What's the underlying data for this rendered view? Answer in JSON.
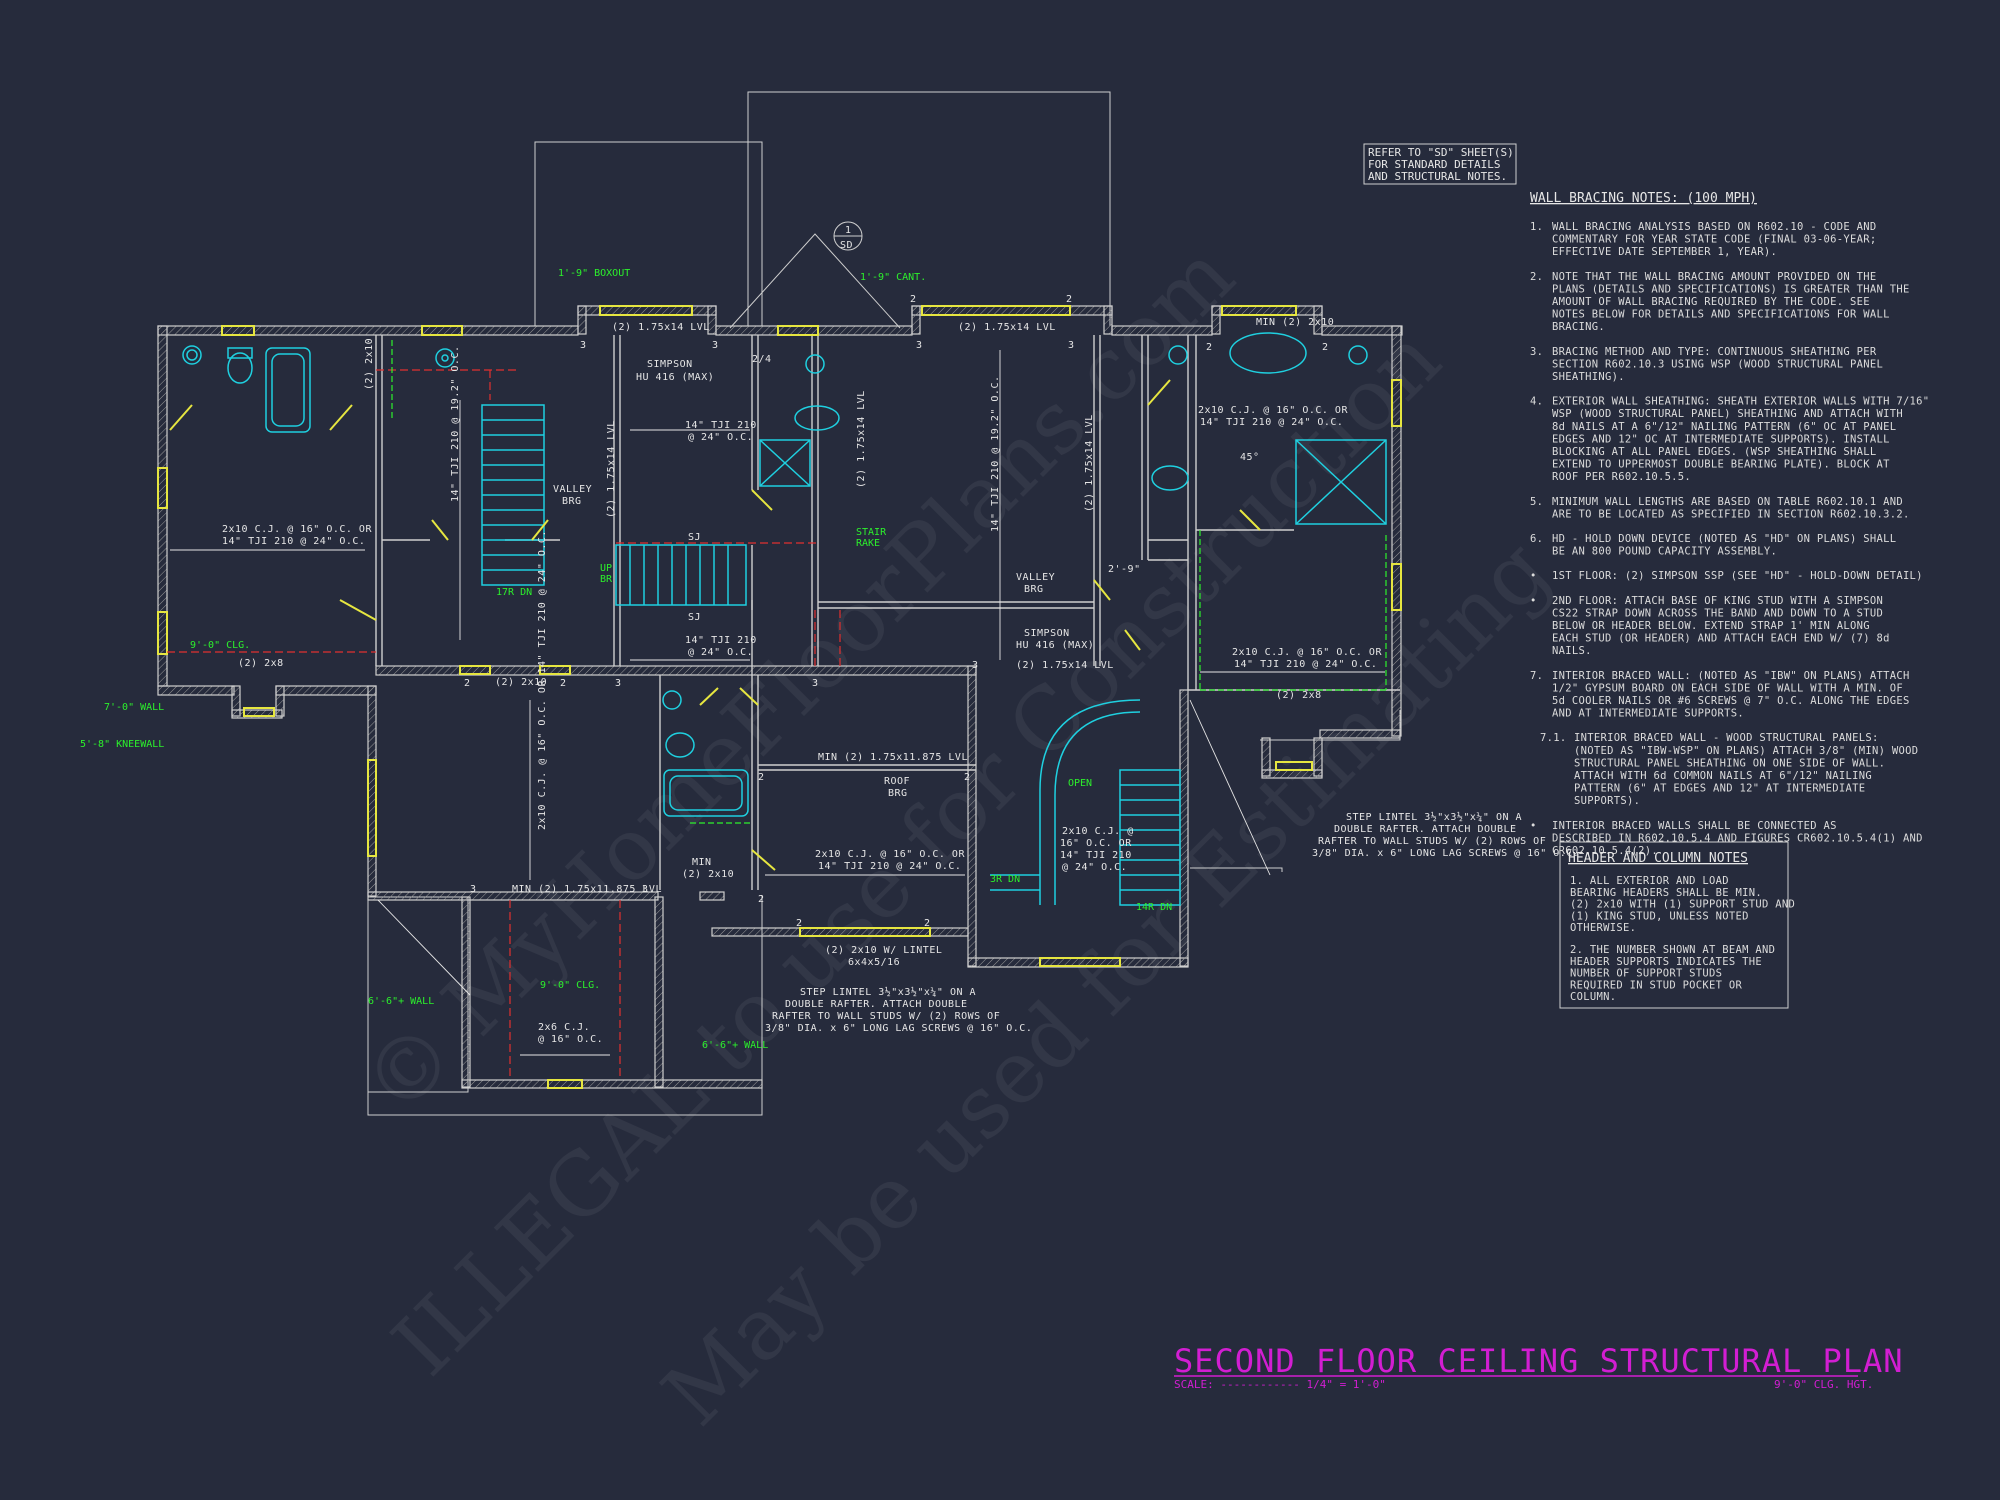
{
  "sheet": {
    "title": "SECOND FLOOR CEILING STRUCTURAL PLAN",
    "scale_label": "SCALE: ------------ 1/4\" = 1'-0\"",
    "clg_height": "9'-0\" CLG. HGT.",
    "refer_note": [
      "REFER TO \"SD\" SHEET(S)",
      "FOR STANDARD DETAILS",
      "AND STRUCTURAL NOTES."
    ],
    "section_marker": {
      "top": "1",
      "bottom": "SD"
    },
    "colors": {
      "background": "#262b3c",
      "walls": "#cfcfcf",
      "fixtures": "#1fd0e0",
      "windows": "#e6e640",
      "notes_green": "#2cf02c",
      "beams_red": "#e03030",
      "title_magenta": "#d21ed2"
    },
    "watermarks": [
      "© MyHomeFloorPlans.com",
      "ILLEGAL to use for Construction",
      "May be used for Estimating"
    ]
  },
  "wall_bracing": {
    "heading": "WALL BRACING NOTES: (100 MPH)",
    "items": [
      {
        "num": "1.",
        "lines": [
          "WALL BRACING ANALYSIS BASED ON R602.10 - CODE AND",
          "COMMENTARY FOR YEAR STATE CODE (FINAL 03-06-YEAR;",
          "EFFECTIVE DATE SEPTEMBER 1, YEAR)."
        ]
      },
      {
        "num": "2.",
        "lines": [
          "NOTE THAT THE WALL BRACING AMOUNT PROVIDED ON THE",
          "PLANS (DETAILS AND SPECIFICATIONS) IS GREATER THAN THE",
          "AMOUNT OF WALL BRACING REQUIRED BY THE CODE. SEE",
          "NOTES BELOW FOR DETAILS AND SPECIFICATIONS FOR WALL",
          "BRACING."
        ]
      },
      {
        "num": "3.",
        "lines": [
          "BRACING METHOD AND TYPE: CONTINUOUS SHEATHING PER",
          "SECTION R602.10.3 USING WSP (WOOD STRUCTURAL PANEL",
          "SHEATHING)."
        ]
      },
      {
        "num": "4.",
        "lines": [
          "EXTERIOR WALL SHEATHING: SHEATH EXTERIOR WALLS WITH 7/16\"",
          "WSP (WOOD STRUCTURAL PANEL) SHEATHING AND ATTACH WITH",
          "8d NAILS AT A 6\"/12\" NAILING PATTERN (6\" OC AT PANEL",
          "EDGES AND 12\" OC AT INTERMEDIATE SUPPORTS). INSTALL",
          "BLOCKING AT ALL PANEL EDGES. (WSP SHEATHING SHALL",
          "EXTEND TO UPPERMOST DOUBLE BEARING PLATE). BLOCK AT",
          "ROOF PER R602.10.5.5."
        ]
      },
      {
        "num": "5.",
        "lines": [
          "MINIMUM WALL LENGTHS ARE BASED ON TABLE R602.10.1 AND",
          "ARE TO BE LOCATED AS SPECIFIED IN SECTION R602.10.3.2."
        ]
      },
      {
        "num": "6.",
        "lines": [
          "HD - HOLD DOWN DEVICE (NOTED AS \"HD\" ON PLANS) SHALL",
          "BE AN 800 POUND CAPACITY ASSEMBLY."
        ]
      },
      {
        "num": "•",
        "lines": [
          "1ST FLOOR: (2) SIMPSON SSP (SEE \"HD\" - HOLD-DOWN DETAIL)"
        ]
      },
      {
        "num": "•",
        "lines": [
          "2ND FLOOR: ATTACH BASE OF KING STUD WITH A SIMPSON",
          "CS22 STRAP DOWN ACROSS THE BAND AND DOWN TO A STUD",
          "BELOW OR HEADER BELOW. EXTEND STRAP 1' MIN ALONG",
          "EACH STUD (OR HEADER) AND ATTACH EACH END W/ (7) 8d",
          "NAILS."
        ]
      },
      {
        "num": "7.",
        "lines": [
          "INTERIOR BRACED WALL: (NOTED AS \"IBW\" ON PLANS) ATTACH",
          "1/2\" GYPSUM BOARD ON EACH SIDE OF WALL WITH A MIN. OF",
          "5d COOLER NAILS OR #6 SCREWS @ 7\" O.C. ALONG THE EDGES",
          "AND AT INTERMEDIATE SUPPORTS."
        ]
      },
      {
        "num": "7.1.",
        "lines": [
          "INTERIOR BRACED WALL - WOOD STRUCTURAL PANELS:",
          "(NOTED AS \"IBW-WSP\" ON PLANS) ATTACH 3/8\" (MIN) WOOD",
          "STRUCTURAL PANEL SHEATHING ON ONE SIDE OF WALL.",
          "ATTACH WITH 6d COMMON NAILS AT 6\"/12\" NAILING",
          "PATTERN (6\" AT EDGES AND 12\" AT INTERMEDIATE",
          "SUPPORTS)."
        ]
      },
      {
        "num": "•",
        "lines": [
          "INTERIOR BRACED WALLS SHALL BE CONNECTED AS",
          "DESCRIBED IN R602.10.5.4 AND FIGURES CR602.10.5.4(1) AND",
          "CR602.10.5.4(2)."
        ]
      }
    ]
  },
  "header_notes": {
    "heading": "HEADER AND COLUMN NOTES",
    "items": [
      [
        "1. ALL EXTERIOR AND LOAD",
        "BEARING HEADERS SHALL BE MIN.",
        "(2) 2x10 WITH (1) SUPPORT STUD AND",
        "(1) KING STUD, UNLESS NOTED",
        "OTHERWISE."
      ],
      [
        "2. THE NUMBER SHOWN AT BEAM AND",
        "HEADER SUPPORTS INDICATES THE",
        "NUMBER OF SUPPORT STUDS",
        "REQUIRED IN STUD POCKET OR",
        "COLUMN."
      ]
    ]
  },
  "plan_labels": {
    "joist_left": [
      "2x10 C.J. @ 16\" O.C. OR",
      "14\" TJI 210 @ 24\" O.C."
    ],
    "joist_center_top": [
      "14\" TJI 210",
      "@ 24\" O.C."
    ],
    "joist_center_bottom": [
      "14\" TJI 210",
      "@ 24\" O.C."
    ],
    "joist_right": [
      "2x10 C.J. @ 16\" O.C. OR",
      "14\" TJI 210 @ 24\" O.C."
    ],
    "joist_mid_lower": [
      "2x10 C.J. @ 16\" O.C. OR",
      "14\" TJI 210 @ 24\" O.C."
    ],
    "joist_stair_right": [
      "2x10 C.J. @",
      "16\" O.C. OR",
      "14\" TJI 210",
      "@ 24\" O.C."
    ],
    "joist_porch": [
      "2x6 C.J.",
      "@ 16\" O.C."
    ],
    "vert_hall": "14\" TJI 210 @ 19.2\" O.C.",
    "vert_center": "14\" TJI 210 @ 19.2\" O.C.",
    "vert_lower_left": "2x10 C.J. @ 16\" O.C. OR 14\" TJI 210 @ 24\" O.C.",
    "lvl_top_left": "(2) 1.75x14 LVL",
    "lvl_top_right": "(2) 1.75x14 LVL",
    "lvl_vert_1": "(2) 1.75x14 LVL",
    "lvl_vert_2": "(2) 1.75x14 LVL",
    "lvl_vert_3": "(2) 1.75x14 LVL",
    "lvl_bottom_mid": "(2) 1.75x14 LVL",
    "lvl_min_mid": "MIN (2) 1.75x11.875 LVL",
    "lvl_min_left": "MIN (2) 1.75x11.875 LVL",
    "hdr_2x10_left": "(2) 2x10",
    "hdr_2x10_bottom": "(2) 2x10",
    "hdr_min_2x10_top": "MIN (2) 2x10",
    "hdr_min_2x10_mid": [
      "MIN",
      "(2) 2x10"
    ],
    "hdr_2x8_left": "(2) 2x8",
    "hdr_2x8_right": "(2) 2x8",
    "hdr_lintel": [
      "(2) 2x10 W/ LINTEL",
      "6x4x5/16"
    ],
    "simpson_1": [
      "SIMPSON",
      "HU 416 (MAX)"
    ],
    "simpson_2": [
      "SIMPSON",
      "HU 416 (MAX)"
    ],
    "valley_1": [
      "VALLEY",
      "BRG"
    ],
    "valley_2": [
      "VALLEY",
      "BRG"
    ],
    "roof_brg": [
      "ROOF",
      "BRG"
    ],
    "sj": "SJ",
    "dim_2_9": "2'-9\"",
    "angle_45": "45°",
    "step_lintel_1": [
      "STEP LINTEL 3½\"x3½\"x¼\" ON A",
      "DOUBLE RAFTER. ATTACH DOUBLE",
      "RAFTER TO WALL STUDS W/ (2) ROWS OF",
      "3/8\" DIA. x 6\" LONG LAG SCREWS @ 16\" O.C."
    ],
    "step_lintel_2": [
      "STEP LINTEL 3½\"x3½\"x¼\" ON A",
      "DOUBLE RAFTER. ATTACH DOUBLE",
      "RAFTER TO WALL STUDS W/ (2) ROWS OF",
      "3/8\" DIA. x 6\" LONG LAG SCREWS @ 16\" O.C."
    ],
    "post_counts": [
      "2",
      "3",
      "2/4"
    ]
  },
  "green_labels": {
    "boxout": "1'-9\" BOXOUT",
    "cant": "1'-9\" CANT.",
    "clg_left": "9'-0\" CLG.",
    "wall_7": "7'-0\" WALL",
    "kneewall": "5'-8\" KNEEWALL",
    "stair_rake": [
      "STAIR",
      "RAKE"
    ],
    "up_br": [
      "UP",
      "BR"
    ],
    "dn_17": "17R DN",
    "open": "OPEN",
    "dn_3r": "3R DN",
    "dn_14r": "14R DN",
    "wall_66_left": "6'-6\"+ WALL",
    "wall_66_right": "6'-6\"+ WALL",
    "clg_porch": "9'-0\" CLG."
  }
}
